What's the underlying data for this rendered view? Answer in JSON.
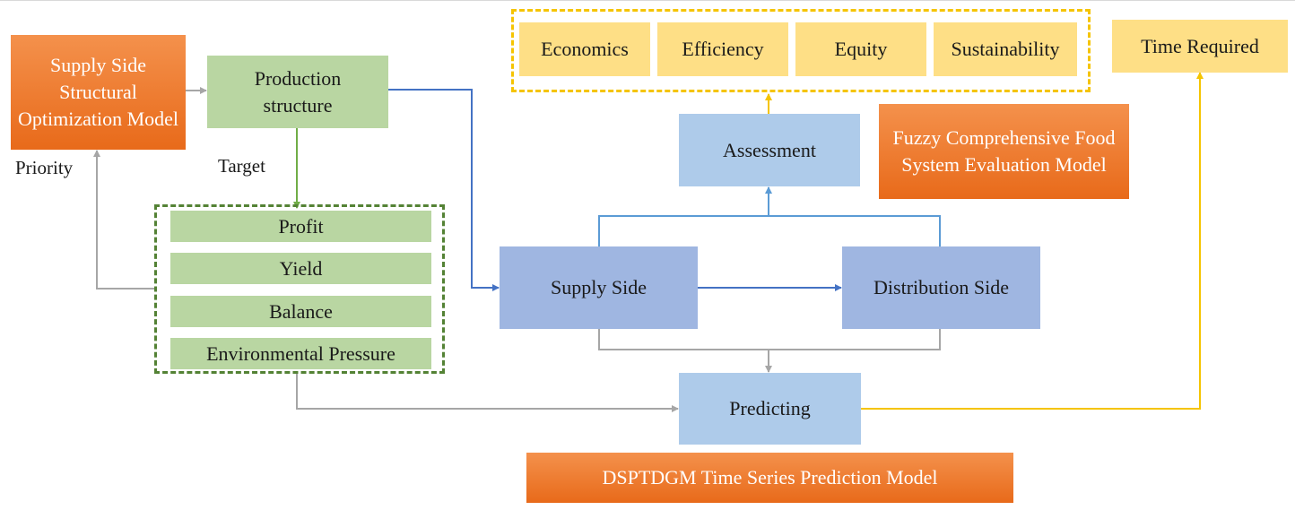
{
  "models": {
    "supply_side_structural": "Supply Side Structural Optimization Model",
    "fuzzy_evaluation": "Fuzzy Comprehensive Food System Evaluation Model",
    "dsptdgm": "DSPTDGM Time Series Prediction Model"
  },
  "production_structure": "Production structure",
  "labels": {
    "priority": "Priority",
    "target": "Target"
  },
  "targets": [
    "Profit",
    "Yield",
    "Balance",
    "Environmental Pressure"
  ],
  "criteria": [
    "Economics",
    "Efficiency",
    "Equity",
    "Sustainability"
  ],
  "time_required": "Time Required",
  "assessment": "Assessment",
  "supply_side": "Supply Side",
  "distribution_side": "Distribution Side",
  "predicting": "Predicting",
  "colors": {
    "orange": "#ed7d31",
    "green": "#b9d6a2",
    "yellow": "#fedf86",
    "light_blue": "#aecbea",
    "medium_blue": "#9fb6e1",
    "blue_arrow": "#4472c4",
    "gray_arrow": "#a6a6a6",
    "gold_arrow": "#f5c400",
    "green_arrow": "#70ad47"
  }
}
